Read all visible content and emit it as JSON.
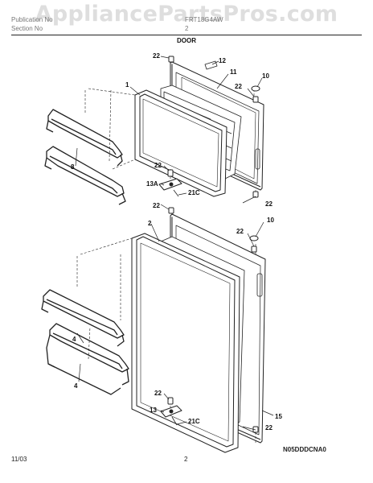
{
  "watermark": "AppliancePartsPros.com",
  "header": {
    "left_line1": "Publication No",
    "left_line2": "Section No",
    "right_line1": "FRT18G4AW",
    "right_line2": "2",
    "section_title": "DOOR"
  },
  "callouts": {
    "c1": "1",
    "c2": "2",
    "c4a": "4",
    "c4b": "4",
    "c8": "8",
    "c10a": "10",
    "c10b": "10",
    "c11": "11",
    "c12": "12",
    "c13": "13",
    "c13a": "13A",
    "c15": "15",
    "c21ca": "21C",
    "c21cb": "21C",
    "c22a": "22",
    "c22b": "22",
    "c22c": "22",
    "c22d": "22",
    "c22e": "22",
    "c22f": "22",
    "c22g": "22",
    "c22h": "22"
  },
  "footer": {
    "date": "11/03",
    "page": "2",
    "code": "N05DDDCNA0"
  }
}
